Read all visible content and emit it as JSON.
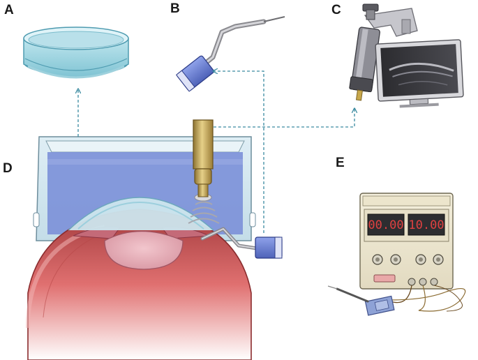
{
  "panels": {
    "a": {
      "letter": "A",
      "item": "petri-dish"
    },
    "b": {
      "letter": "B",
      "item": "bent-electrode-probe"
    },
    "c": {
      "letter": "C",
      "item": "ultrasound-transducer-and-monitor"
    },
    "d": {
      "letter": "D",
      "item": "eye-cross-section-setup"
    },
    "e": {
      "letter": "E",
      "item": "dc-power-supply"
    }
  },
  "power_supply": {
    "display_left": "00.00",
    "display_right": "10.00"
  },
  "colors": {
    "arrow": "#3a8aa0",
    "blue_housing": "#6a7fd0",
    "gold_probe": "#c4a650",
    "sclera": "#c94a4a",
    "lens": "#e8b4bd",
    "lcd_text": "#e04040"
  }
}
